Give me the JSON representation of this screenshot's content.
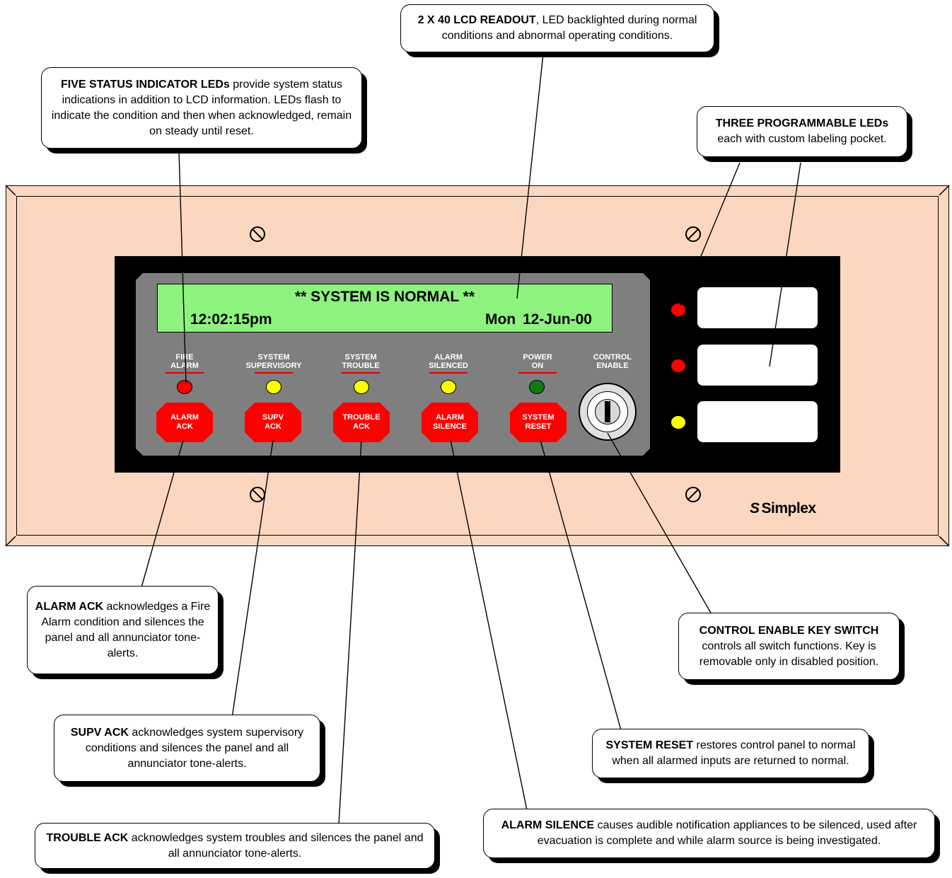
{
  "callouts": {
    "lcd": {
      "title": "2 X 40 LCD READOUT",
      "text": ", LED backlighted during normal conditions and abnormal operating conditions."
    },
    "status_leds": {
      "title": "FIVE STATUS INDICATOR LEDs",
      "text": " provide system status indications in addition to LCD information. LEDs flash to indicate the condition and then when acknowledged, remain on steady until reset."
    },
    "programmable_leds": {
      "title": "THREE PROGRAMMABLE LEDs",
      "text": "each with custom labeling pocket."
    },
    "alarm_ack": {
      "title": "ALARM ACK",
      "text": " acknowledges a Fire Alarm condition and silences the panel and all annunciator tone-alerts."
    },
    "supv_ack": {
      "title": "SUPV ACK",
      "text": " acknowledges system supervisory conditions and silences the panel and all annunciator tone-alerts."
    },
    "trouble_ack": {
      "title": "TROUBLE ACK",
      "text": " acknowledges system troubles and silences the panel and all annunciator tone-alerts."
    },
    "key_switch": {
      "title": "CONTROL ENABLE KEY SWITCH",
      "text": "controls all switch functions. Key is removable only in disabled position."
    },
    "system_reset": {
      "title": "SYSTEM RESET",
      "text": " restores control panel to normal when all alarmed inputs are returned to normal."
    },
    "alarm_silence": {
      "title": "ALARM SILENCE",
      "text": " causes audible notification appliances to be silenced, used after evacuation is complete and while alarm source is being investigated."
    }
  },
  "lcd": {
    "line1": "** SYSTEM IS NORMAL **",
    "time": "12:02:15pm",
    "date": "Mon  12-Jun-00"
  },
  "indicators": [
    {
      "label": "FIRE\nALARM",
      "led_color": "#ff0000",
      "button": "ALARM\nACK"
    },
    {
      "label": "SYSTEM\nSUPERVISORY",
      "led_color": "#ffff00",
      "button": "SUPV\nACK"
    },
    {
      "label": "SYSTEM\nTROUBLE",
      "led_color": "#ffff00",
      "button": "TROUBLE\nACK"
    },
    {
      "label": "ALARM\nSILENCED",
      "led_color": "#ffff00",
      "button": "ALARM\nSILENCE"
    },
    {
      "label": "POWER\nON",
      "led_color": "#127a12",
      "button": "SYSTEM\nRESET"
    }
  ],
  "control_enable": {
    "label": "CONTROL\nENABLE"
  },
  "programmable_leds": [
    {
      "color": "#ff0000"
    },
    {
      "color": "#ff0000"
    },
    {
      "color": "#ffff00"
    }
  ],
  "brand": {
    "mark": "S",
    "name": "Simplex"
  },
  "colors": {
    "panel": "#fbd7c0",
    "lcd": "#8ef27f",
    "face": "#7f7f7f",
    "button": "#ff0000"
  }
}
